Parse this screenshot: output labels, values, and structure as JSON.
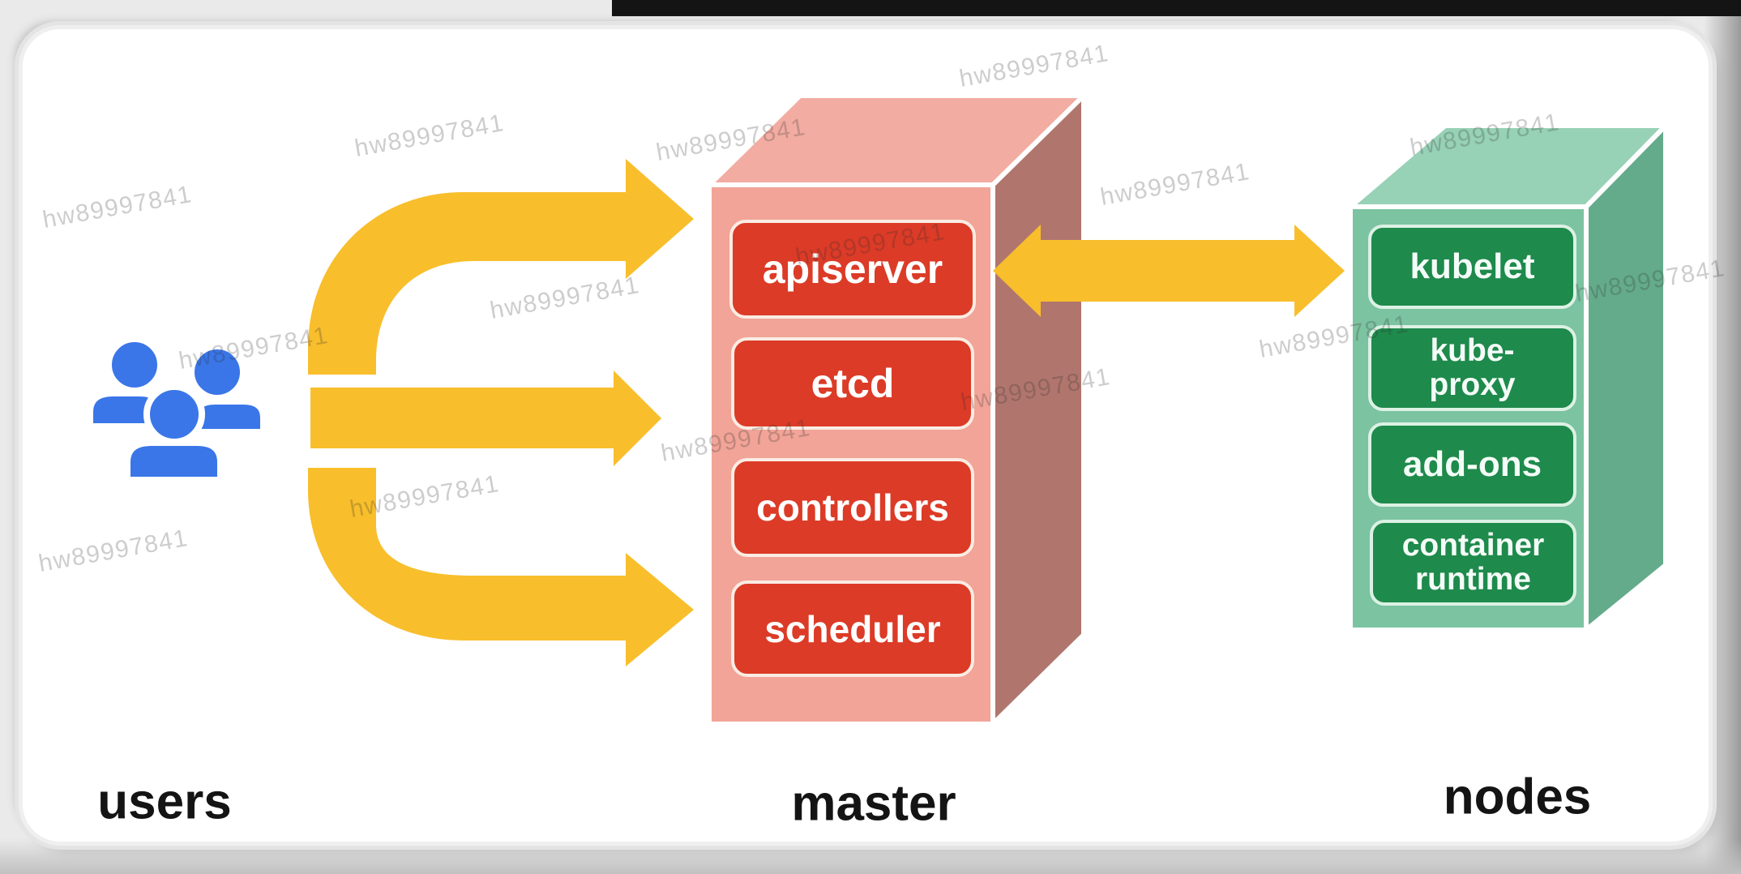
{
  "watermark": {
    "text": "hw89997841"
  },
  "labels": {
    "users": "users",
    "master": "master",
    "nodes": "nodes"
  },
  "master": {
    "components": [
      {
        "line1": "apiserver"
      },
      {
        "line1": "etcd"
      },
      {
        "line1": "controllers"
      },
      {
        "line1": "scheduler"
      }
    ]
  },
  "nodes": {
    "components": [
      {
        "line1": "kubelet"
      },
      {
        "line1": "kube-",
        "line2": "proxy"
      },
      {
        "line1": "add-ons"
      },
      {
        "line1": "container",
        "line2": "runtime"
      }
    ]
  },
  "colors": {
    "arrow_yellow": "#F8BE2C",
    "users_blue": "#3A76E8",
    "master_front": "#F1A497",
    "master_top": "#F2ACA1",
    "master_side": "#B0766E",
    "master_component_red": "#DC3B27",
    "nodes_front": "#7CC3A1",
    "nodes_top": "#97D1B6",
    "nodes_side": "#64AB8B",
    "nodes_component_green": "#1E8A4C",
    "edge_white": "#FFFFFF"
  }
}
